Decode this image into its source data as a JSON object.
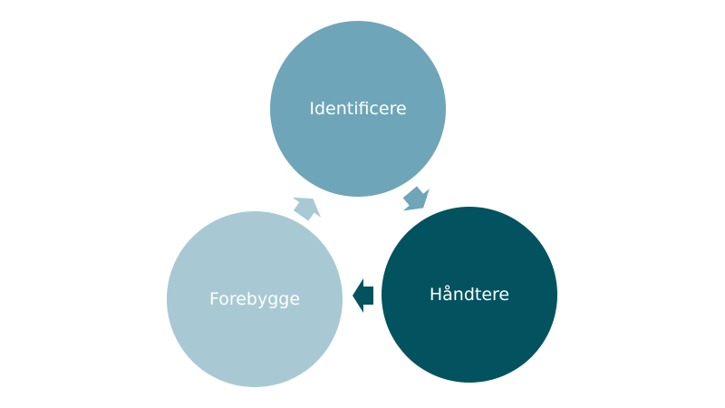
{
  "nodes": [
    {
      "label": "Identificere",
      "color": "#6fa5b8"
    },
    {
      "label": "Håndtere",
      "color": "#02535f"
    },
    {
      "label": "Forebygge",
      "color": "#a8c9d4"
    }
  ],
  "arrows": [
    {
      "from": "Identificere",
      "to": "Håndtere",
      "color": "#6fa5b8"
    },
    {
      "from": "Håndtere",
      "to": "Forebygge",
      "color": "#02535f"
    },
    {
      "from": "Forebygge",
      "to": "Identificere",
      "color": "#a8c9d4"
    }
  ]
}
